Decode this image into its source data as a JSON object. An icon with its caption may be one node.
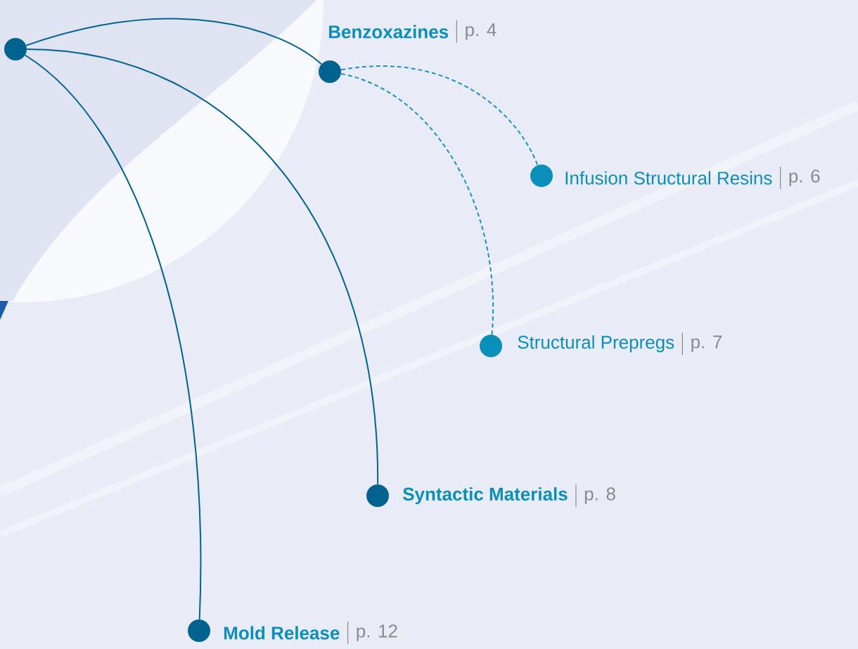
{
  "diagram": {
    "nodes": [
      {
        "text": [],
        "shape": "circle"
      },
      {
        "text": [],
        "shape": "circle",
        "beside": [
          "Benzoxazines",
          "p. 4"
        ]
      },
      {
        "text": [],
        "shape": "circle",
        "beside": [
          "Infusion Structural Resins",
          "p. 6"
        ]
      },
      {
        "text": [],
        "shape": "circle",
        "beside": [
          "Structural Prepregs",
          "p. 7"
        ]
      },
      {
        "text": [],
        "shape": "circle",
        "beside": [
          "Syntactic Materials",
          "p. 8"
        ]
      },
      {
        "text": [],
        "shape": "circle",
        "beside": [
          "Mold Release",
          "p. 12"
        ]
      }
    ],
    "edges": [
      {
        "from": 0,
        "to": 1,
        "arrow": "none"
      },
      {
        "from": 0,
        "to": 4,
        "arrow": "none"
      },
      {
        "from": 0,
        "to": 5,
        "arrow": "none"
      },
      {
        "from": 1,
        "to": 2,
        "arrow": "none",
        "style": "dashed",
        "color": "#1a93bd"
      },
      {
        "from": 1,
        "to": 3,
        "arrow": "none",
        "style": "dashed",
        "color": "#1a93bd"
      }
    ]
  }
}
